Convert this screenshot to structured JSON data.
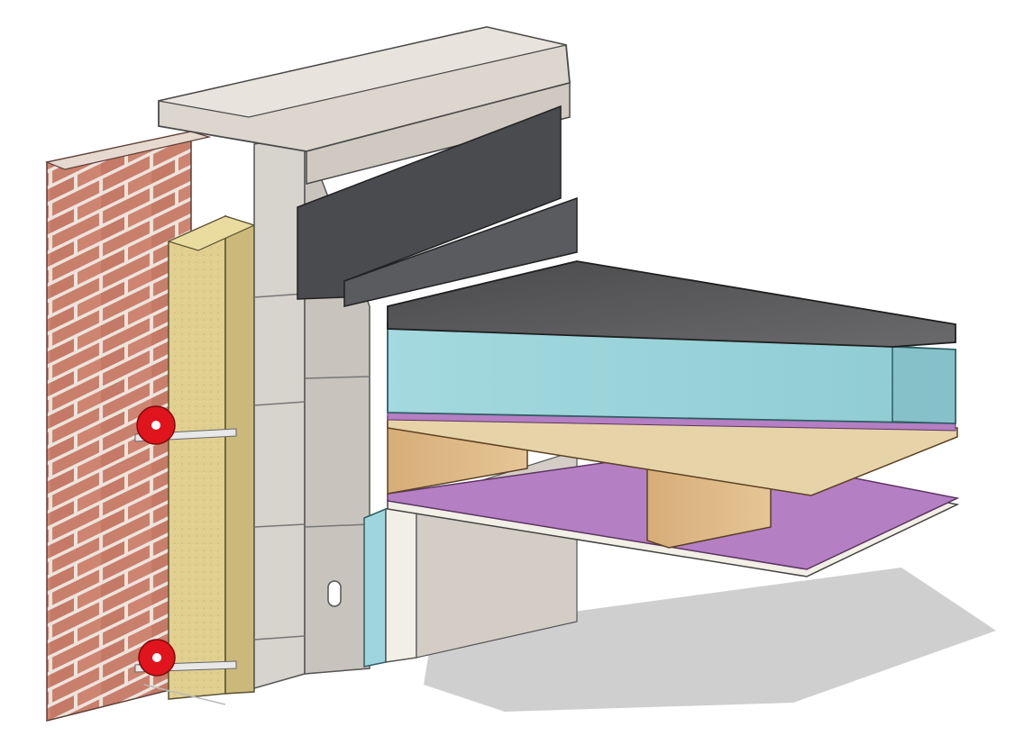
{
  "diagram": {
    "components": [
      {
        "id": "brick-outer-leaf",
        "kind": "masonry"
      },
      {
        "id": "wall-ties",
        "kind": "fixing",
        "count": 2
      },
      {
        "id": "insulation-retaining-clips",
        "kind": "fixing",
        "count": 2
      },
      {
        "id": "mineral-wool-cavity-insulation",
        "kind": "insulation"
      },
      {
        "id": "blockwork-inner-leaf",
        "kind": "masonry"
      },
      {
        "id": "coping-stone",
        "kind": "masonry"
      },
      {
        "id": "metal-flashing",
        "kind": "weathering"
      },
      {
        "id": "roof-waterproof-membrane",
        "kind": "membrane"
      },
      {
        "id": "rigid-roof-insulation",
        "kind": "insulation"
      },
      {
        "id": "vapour-control-layer",
        "kind": "membrane"
      },
      {
        "id": "timber-deck",
        "kind": "structure"
      },
      {
        "id": "timber-joists",
        "kind": "structure",
        "count": 2
      },
      {
        "id": "plasterboard-ceiling",
        "kind": "lining"
      },
      {
        "id": "internal-wall-insulation",
        "kind": "insulation"
      },
      {
        "id": "internal-plaster-finish",
        "kind": "lining"
      },
      {
        "id": "weep-vent",
        "kind": "fitting"
      }
    ],
    "colors": {
      "brick": "#c87f6c",
      "mortar": "#ede4dc",
      "mineral_wool": "#e0cf8f",
      "blockwork": "#d7d3cd",
      "coping": "#dcd6cf",
      "flashing": "#4a4b4f",
      "membrane": "#5a5a5c",
      "insulation": "#9fd5dc",
      "vcl": "#b57fc3",
      "timber": "#dcb788",
      "plasterboard": "#f2efe6",
      "clip_red": "#e0141c",
      "shadow": "#cfcfcf"
    }
  }
}
